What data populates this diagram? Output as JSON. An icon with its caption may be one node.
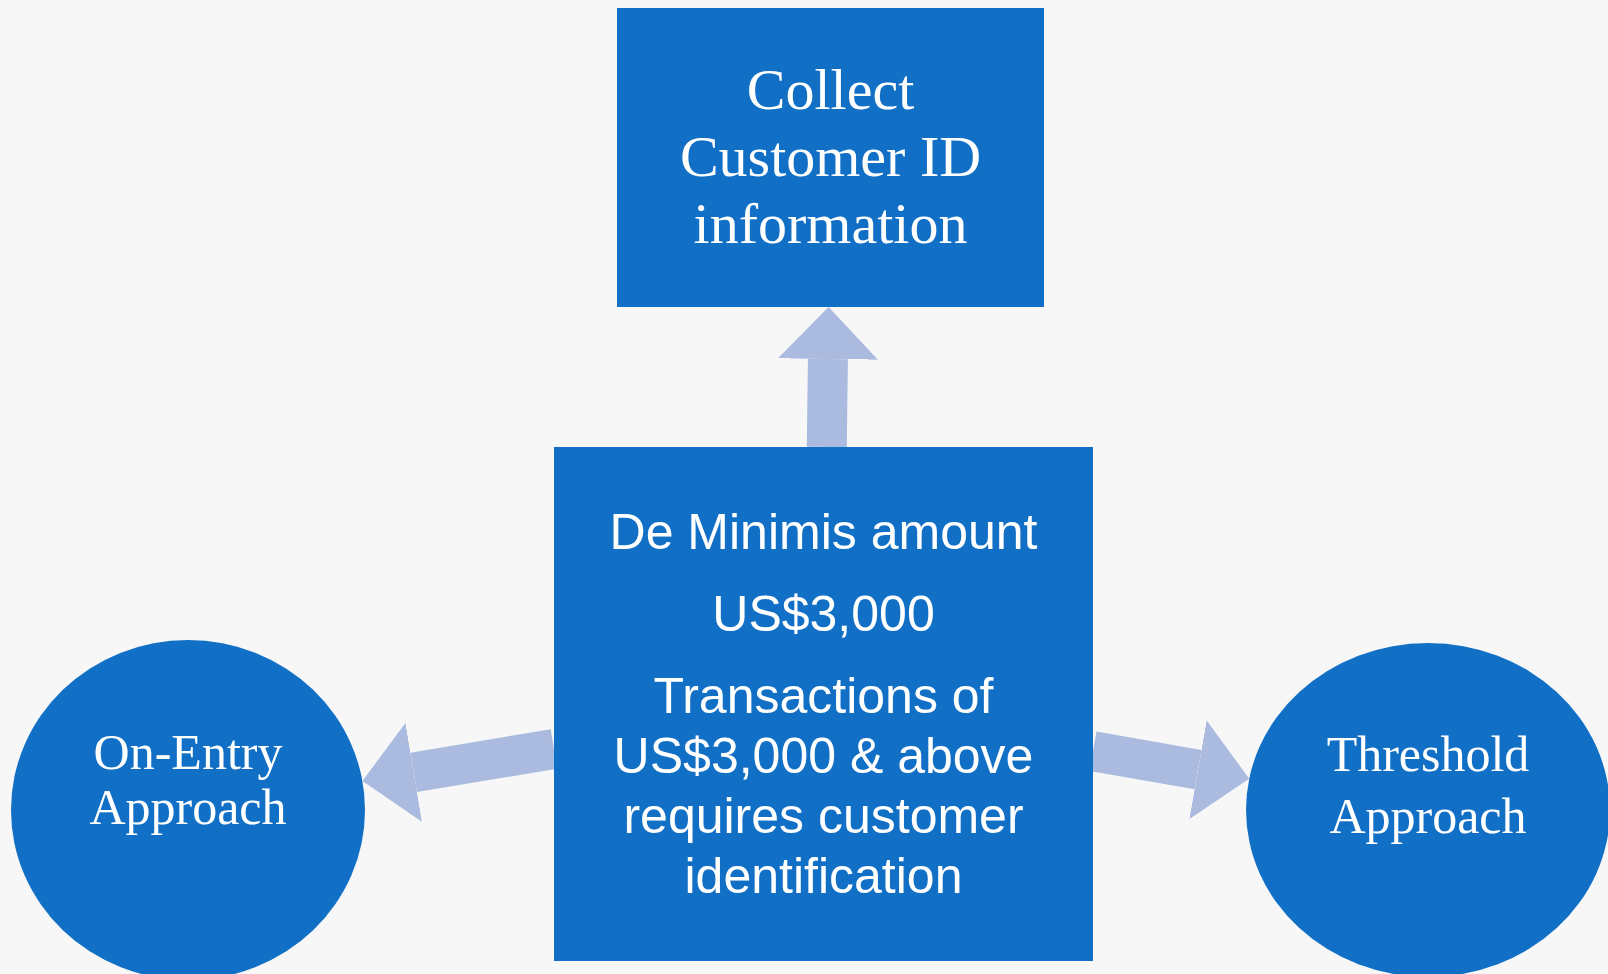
{
  "diagram": {
    "nodes": [
      {
        "text": [
          "Collect Customer ID information"
        ]
      },
      {
        "text": [
          "De Minimis amount",
          "US$3,000",
          "Transactions of US$3,000 & above requires customer identification"
        ]
      },
      {
        "text": [
          "On-Entry Approach"
        ]
      },
      {
        "text": [
          "Threshold Approach"
        ]
      }
    ],
    "edges": [
      {
        "from": 1,
        "to": 0,
        "arrow": "to"
      },
      {
        "from": 1,
        "to": 2,
        "arrow": "to"
      },
      {
        "from": 1,
        "to": 3,
        "arrow": "to"
      }
    ]
  }
}
